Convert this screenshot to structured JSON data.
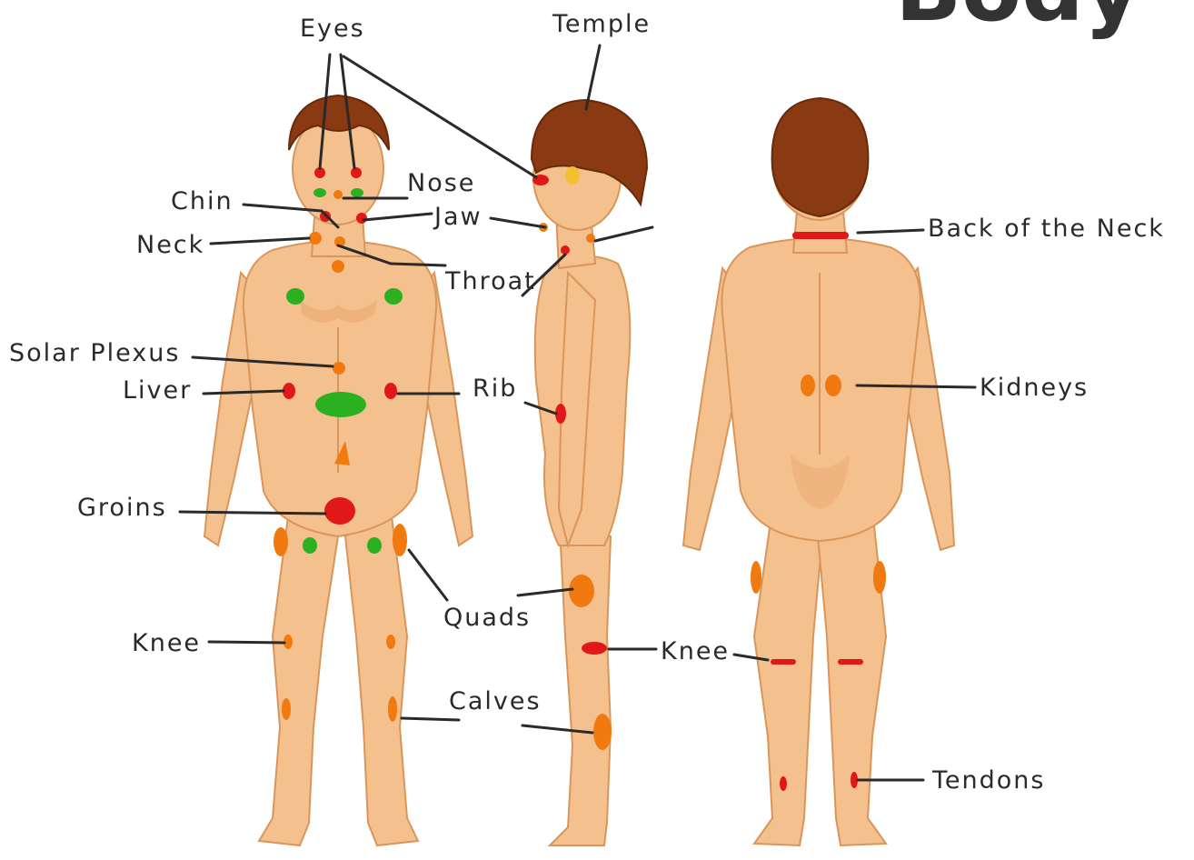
{
  "title_fragment": "Body",
  "colors": {
    "skin": "#f4c08e",
    "skin_shadow": "#d9965a",
    "hair": "#8a3a12",
    "marker_red": "#e01818",
    "marker_orange": "#f07a10",
    "marker_green": "#2ab020",
    "label_text": "#2a2a2a"
  },
  "figures": [
    "front-view-figure",
    "side-view-figure",
    "back-view-figure"
  ],
  "labels": {
    "eyes": "Eyes",
    "temple": "Temple",
    "chin": "Chin",
    "nose": "Nose",
    "jaw": "Jaw",
    "neck": "Neck",
    "throat": "Throat",
    "back_of_neck": "Back of the Neck",
    "solar_plexus": "Solar Plexus",
    "liver": "Liver",
    "rib": "Rib",
    "kidneys": "Kidneys",
    "groins": "Groins",
    "quads": "Quads",
    "knee_front": "Knee",
    "knee_side": "Knee",
    "calves": "Calves",
    "tendons": "Tendons"
  }
}
